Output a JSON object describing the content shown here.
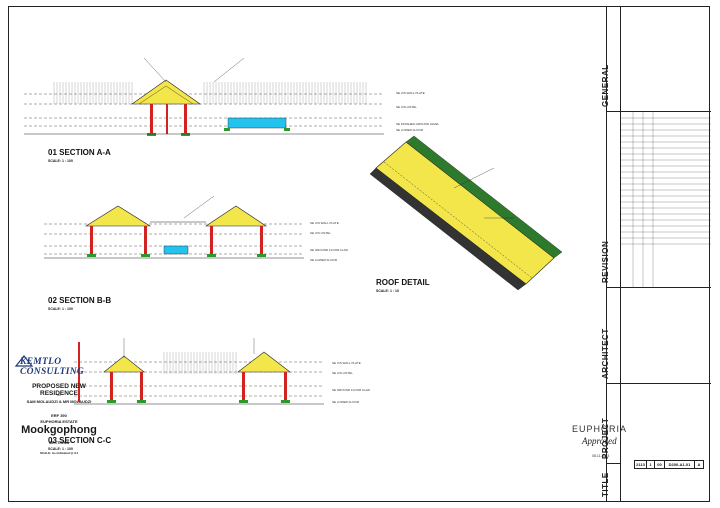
{
  "sidebar_vertical_text": "",
  "sections": [
    {
      "title": "01 SECTION A-A",
      "scale": "SCALE: 1 : 100"
    },
    {
      "title": "02 SECTION B-B",
      "scale": "SCALE: 1 : 100"
    },
    {
      "title": "03 SECTION C-C",
      "scale": "SCALE: 1 : 100"
    },
    {
      "title": "ROOF DETAIL",
      "scale": "SCALE: 1 : 10"
    }
  ],
  "level_labels": {
    "a": [
      "SE U/S WALL PLATE",
      "SE U/S LINTEL",
      "SE FINISHED GROUND LEVEL",
      "SE LOWER FLOOR"
    ],
    "b": [
      "SE U/S WALL PLATE",
      "SE U/S LINTEL",
      "SE GROUND FLOOR FLAR",
      "SE LOWER FLOOR"
    ],
    "c": [
      "SE U/S WALL PLATE",
      "SE U/S LINTEL",
      "SE GROUND FLOOR FLAR",
      "SE LOWER FLOOR"
    ]
  },
  "title_block": {
    "tabs": [
      "GENERAL",
      "REVISION",
      "ARCHITECT",
      "PROJECT",
      "TITLE"
    ],
    "logo": "KEMTLO CONSULTING",
    "project_title": "PROPOSED NEW RESIDENCE",
    "for_label": "for",
    "client": "SAM MOLAUDZI & MR MOLAUDZI",
    "erf": "ERF 390",
    "estate": "EUPHORIA ESTATE",
    "town": "Mookgophong",
    "drawing_title": "SECTIONS",
    "scale_line": "SCALE: As indicated @ A1",
    "ref_cells": [
      "2113",
      "1",
      "00",
      "D200-A1-01",
      "A"
    ]
  },
  "stamp": {
    "brand": "EUPHORIA",
    "signature": "Approved",
    "date": "08.11.2023"
  },
  "colors": {
    "roof": "#f2e64a",
    "wall": "#d22222",
    "ground": "#2a9a2a",
    "pool": "#24c2ee",
    "leader": "#222222",
    "logo_blue": "#1f3a7a"
  }
}
